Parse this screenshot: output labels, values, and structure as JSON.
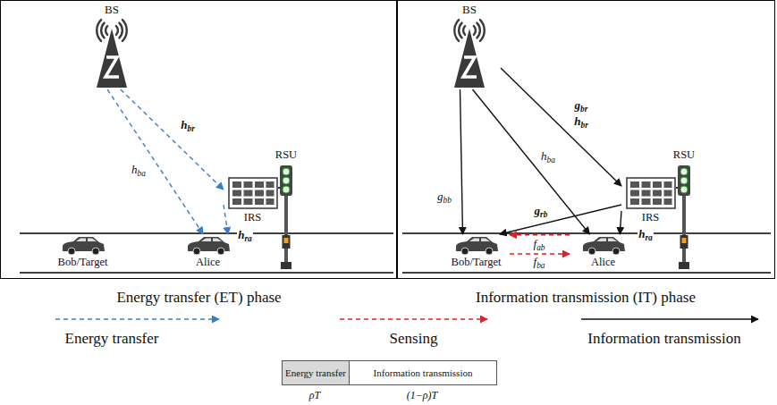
{
  "diagram": {
    "nodes": [
      {
        "text": [
          "Energy transfer (ET) phase"
        ]
      },
      {
        "text": [
          "BS"
        ],
        "in": 0
      },
      {
        "text": [
          "RSU",
          "IRS"
        ],
        "in": 0
      },
      {
        "text": [
          "Bob/Target"
        ],
        "in": 0
      },
      {
        "text": [
          "Alice"
        ],
        "in": 0
      },
      {
        "text": [
          "Information transmission (IT) phase"
        ]
      },
      {
        "text": [
          "BS"
        ],
        "in": 5
      },
      {
        "text": [
          "RSU",
          "IRS"
        ],
        "in": 5
      },
      {
        "text": [
          "Bob/Target"
        ],
        "in": 5
      },
      {
        "text": [
          "Alice"
        ],
        "in": 5
      },
      {
        "text": [
          "Energy transfer"
        ]
      },
      {
        "text": [
          "Information transmission"
        ]
      }
    ],
    "edges": [
      {
        "from": 1,
        "to": 2,
        "label": "hbr",
        "arrow": "to"
      },
      {
        "from": 1,
        "to": 4,
        "label": "hba",
        "arrow": "to"
      },
      {
        "from": 2,
        "to": 4,
        "label": "hra",
        "arrow": "to"
      },
      {
        "from": 6,
        "to": 8,
        "label": "gbb",
        "arrow": "to"
      },
      {
        "from": 6,
        "to": 9,
        "label": "hba",
        "arrow": "to"
      },
      {
        "from": 6,
        "to": 7,
        "label": "gbr",
        "arrow": "to"
      },
      {
        "from": 7,
        "to": 8,
        "label": "grb",
        "arrow": "to"
      },
      {
        "from": 7,
        "to": 9,
        "label": "hra",
        "arrow": "to"
      },
      {
        "from": 9,
        "to": 8,
        "label": "fab",
        "arrow": "to"
      },
      {
        "from": 8,
        "to": 9,
        "label": "fba",
        "arrow": "to"
      }
    ],
    "labels": [
      "hbr",
      "ρT",
      "(1−ρ)T"
    ],
    "legend": [
      {
        "text": "Energy transfer"
      },
      {
        "text": "Sensing"
      },
      {
        "text": "Information transmission"
      }
    ]
  }
}
